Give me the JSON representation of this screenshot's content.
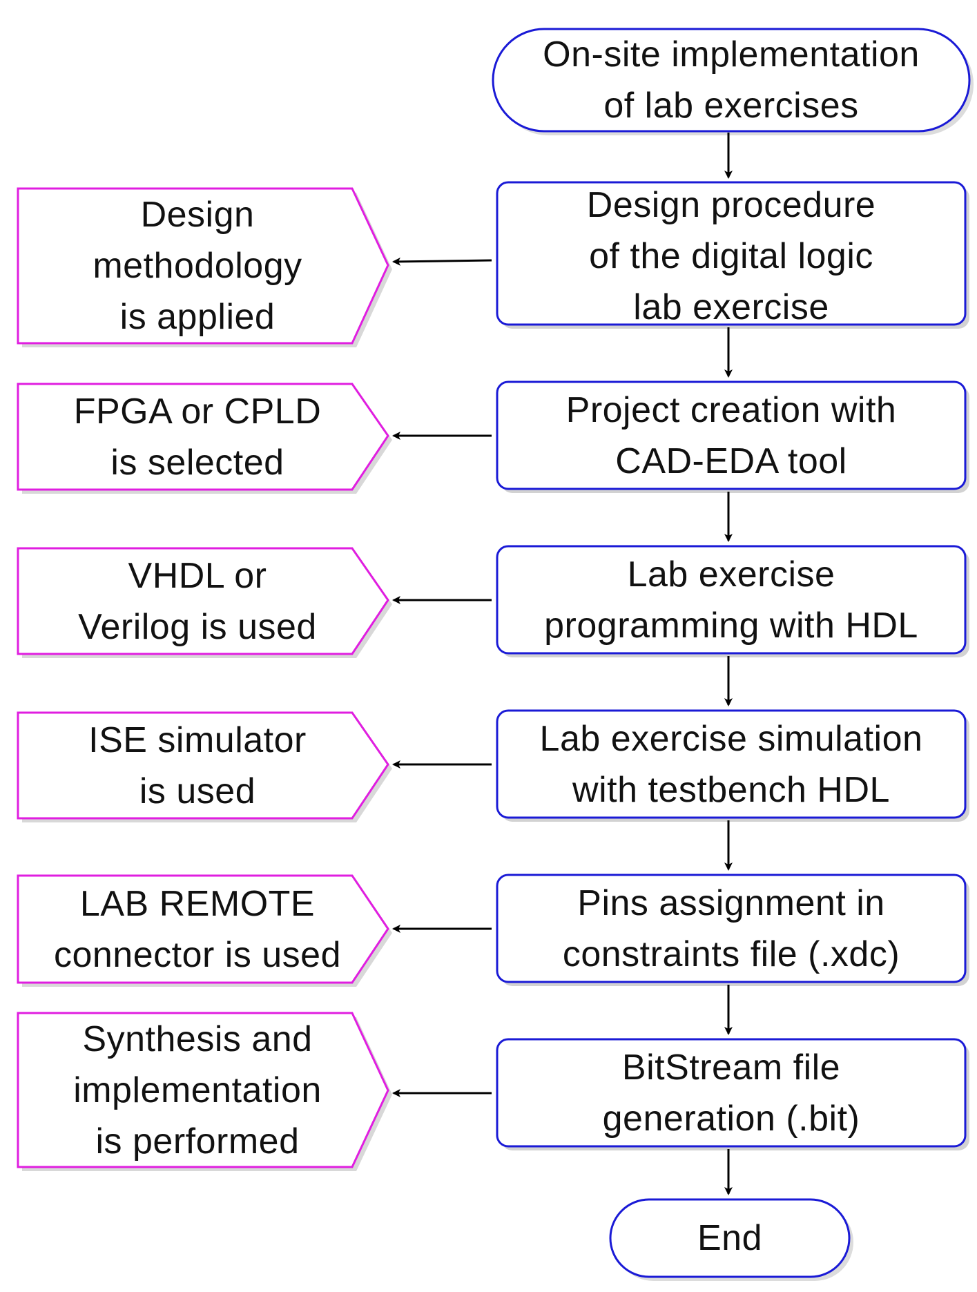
{
  "start_terminal": {
    "lines": [
      "On-site implementation",
      "of lab exercises"
    ]
  },
  "steps": [
    {
      "lines": [
        "Design procedure",
        "of the digital logic",
        "lab exercise"
      ]
    },
    {
      "lines": [
        "Project creation with",
        "CAD-EDA tool"
      ]
    },
    {
      "lines": [
        "Lab exercise",
        "programming with HDL"
      ]
    },
    {
      "lines": [
        "Lab exercise simulation",
        "with testbench HDL"
      ]
    },
    {
      "lines": [
        "Pins assignment in",
        "constraints file (.xdc)"
      ]
    },
    {
      "lines": [
        "BitStream file",
        "generation (.bit)"
      ]
    }
  ],
  "notes": [
    {
      "lines": [
        "Design",
        "methodology",
        "is applied"
      ]
    },
    {
      "lines": [
        "FPGA or CPLD",
        "is selected"
      ]
    },
    {
      "lines": [
        "VHDL or",
        "Verilog is used"
      ]
    },
    {
      "lines": [
        "ISE simulator",
        "is used"
      ]
    },
    {
      "lines": [
        "LAB REMOTE",
        "connector is used"
      ]
    },
    {
      "lines": [
        "Synthesis and",
        "implementation",
        "is performed"
      ]
    }
  ],
  "end_terminal": {
    "lines": [
      "End"
    ]
  },
  "colors": {
    "process_border": "#1a1ad6",
    "note_border": "#e01ee0",
    "arrow": "#000000",
    "text": "#111111",
    "shadow": "#c8c8c8"
  }
}
